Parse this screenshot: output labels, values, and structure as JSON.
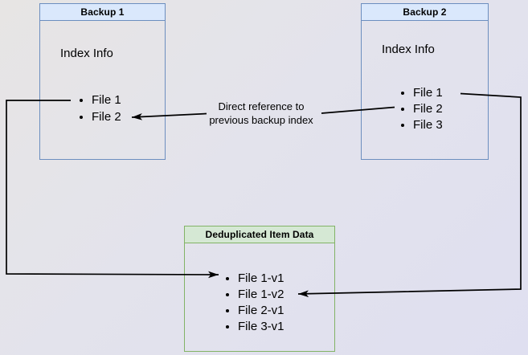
{
  "colors": {
    "background_top_left": "#e7e5e4",
    "background_bottom_right": "#dfdff0",
    "blue_fill": "#dae8fc",
    "blue_stroke": "#6c8ebf",
    "green_fill": "#d5e8d4",
    "green_stroke": "#82b366",
    "line": "#000000",
    "text": "#000000"
  },
  "backup1": {
    "title": "Backup 1",
    "section_label": "Index Info",
    "files": [
      "File 1",
      "File 2"
    ]
  },
  "backup2": {
    "title": "Backup 2",
    "section_label": "Index Info",
    "files": [
      "File 1",
      "File 2",
      "File 3"
    ]
  },
  "dedup": {
    "title": "Deduplicated Item Data",
    "files": [
      "File 1-v1",
      "File 1-v2",
      "File 2-v1",
      "File 3-v1"
    ]
  },
  "annotation": {
    "line1": "Direct reference to",
    "line2": "previous backup index"
  }
}
